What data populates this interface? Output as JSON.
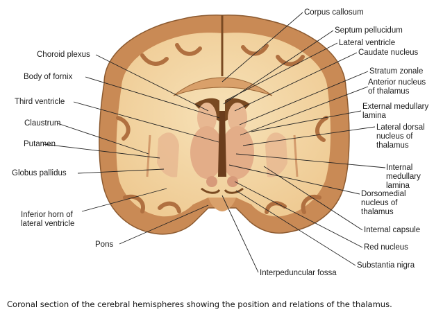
{
  "labels": {
    "corpus_callosum": "Corpus callosum",
    "septum_pellucidum": "Septum pellucidum",
    "lateral_ventricle": "Lateral ventricle",
    "caudate_nucleus": "Caudate nucleus",
    "stratum_zonale": "Stratum zonale",
    "anterior_nucleus": "Anterior nucleus\nof thalamus",
    "external_medullary_lamina": "External medullary\nlamina",
    "lateral_dorsal_nucleus": "Lateral dorsal\nnucleus of\nthalamus",
    "internal_medullary_lamina": "Internal\nmedullary\nlamina",
    "dorsomedial_nucleus": "Dorsomedial\nnucleus of\nthalamus",
    "internal_capsule": "Internal capsule",
    "red_nucleus": "Red nucleus",
    "substantia_nigra": "Substantia nigra",
    "interpeduncular_fossa": "Interpeduncular fossa",
    "choroid_plexus": "Choroid plexus",
    "body_of_fornix": "Body of fornix",
    "third_ventricle": "Third ventricle",
    "claustrum": "Claustrum",
    "putamen": "Putamen",
    "globus_pallidus": "Globus pallidus",
    "inferior_horn": "Inferior horn of\nlateral ventricle",
    "pons": "Pons"
  },
  "caption": "Coronal section of the cerebral hemispheres showing the position and relations of the thalamus.",
  "colors": {
    "cortex": "#c98a55",
    "white_matter": "#f3d7a6",
    "gray_nuclei": "#e8b892",
    "ventricle": "#7a4a22",
    "leader": "#222222"
  }
}
